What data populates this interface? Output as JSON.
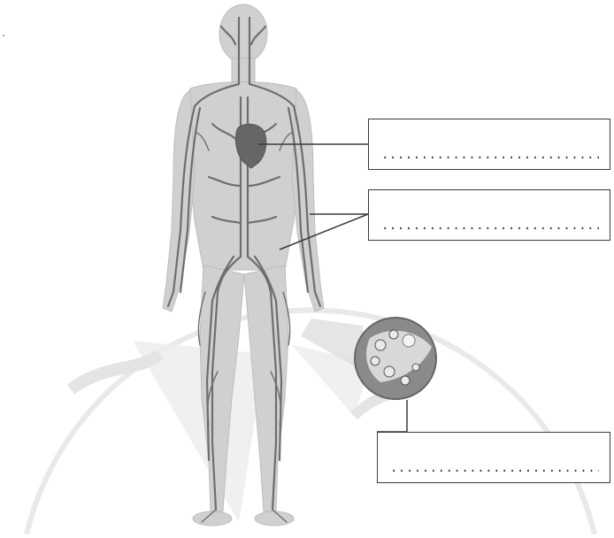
{
  "diagram": {
    "subject": "human circulatory system",
    "parts": [
      "heart",
      "blood vessels",
      "blood"
    ],
    "labels": [
      {
        "blank": "..............................."
      },
      {
        "blank": "..............................."
      },
      {
        "blank": "..............................."
      }
    ],
    "stray_mark": "."
  },
  "colors": {
    "body": "#cfcfcf",
    "vessel": "#6e6e6e",
    "heart": "#6a6a6a",
    "line": "#3a3a3a",
    "watermark": "#e6e6e6"
  }
}
